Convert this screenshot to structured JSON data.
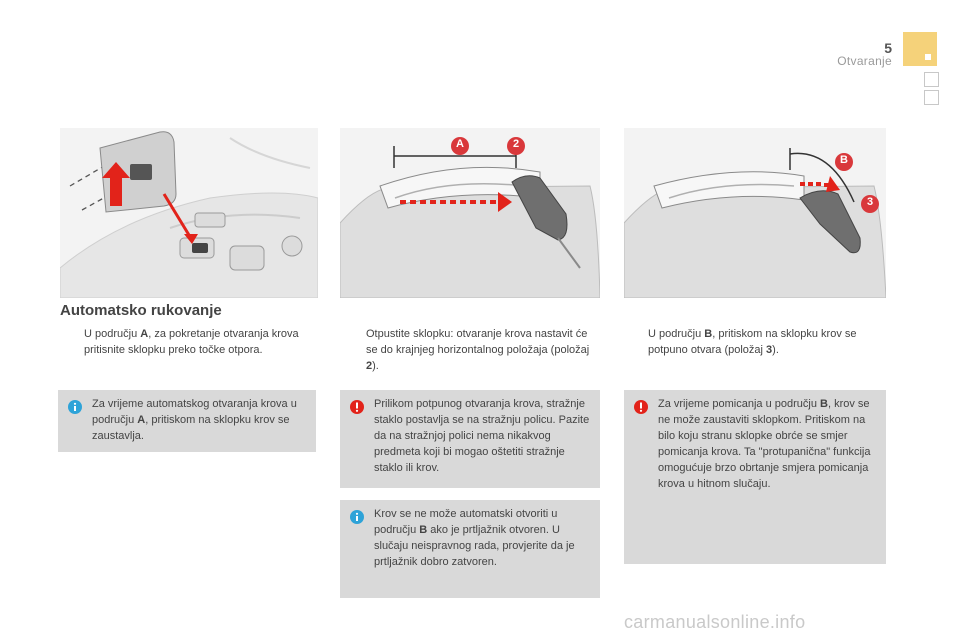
{
  "header": {
    "page_number": "5",
    "section": "Otvaranje",
    "accent_color": "#f5d27a"
  },
  "heading": "Automatsko rukovanje",
  "col1": {
    "bullet_mark": "",
    "step_pre": "U području ",
    "step_bold": "A",
    "step_post": ", za pokretanje otvaranja krova pritisnite sklopku preko točke otpora.",
    "note_icon": "info-icon",
    "note_pre": "Za vrijeme automatskog otvaranja krova u području ",
    "note_bold": "A",
    "note_post": ", pritiskom na sklopku krov se zaustavlja."
  },
  "col2": {
    "callout_a": "A",
    "callout_2": "2",
    "bullet_mark": "",
    "step_pre": "Otpustite sklopku: otvaranje krova nastavit će se do krajnjeg horizontalnog položaja (položaj ",
    "step_bold": "2",
    "step_post": ").",
    "warning_icon": "warning-icon",
    "warning_text": "Prilikom potpunog otvaranja krova, stražnje staklo postavlja se na stražnju policu. Pazite da na stražnjoj polici nema nikakvog predmeta koji bi mogao oštetiti stražnje staklo ili krov.",
    "info_icon": "info-icon",
    "info_pre": "Krov se ne može automatski otvoriti u području ",
    "info_bold": "B",
    "info_post": " ako je prtljažnik otvoren. U slučaju neispravnog rada, provjerite da je prtljažnik dobro zatvoren."
  },
  "col3": {
    "callout_b": "B",
    "callout_3": "3",
    "bullet_mark": "",
    "step_pre": "U području ",
    "step_bold": "B",
    "step_post": ", pritiskom na sklopku krov se potpuno otvara (položaj ",
    "step_bold2": "3",
    "step_post2": ").",
    "warning_icon": "warning-icon",
    "warning_pre": "Za vrijeme pomicanja u području ",
    "warning_bold": "B",
    "warning_post": ", krov se ne može zaustaviti sklopkom. Pritiskom na bilo koju stranu sklopke obrće se smjer pomicanja krova. Ta \"protupanična\" funkcija omogućuje brzo obrtanje smjera pomicanja krova u hitnom slučaju."
  },
  "watermark": "carmanualsonline.info",
  "colors": {
    "callout_red": "#d9383b",
    "arrow_red": "#e2231a",
    "note_bg": "#d9d9d9",
    "info_blue": "#2ea3d8"
  }
}
